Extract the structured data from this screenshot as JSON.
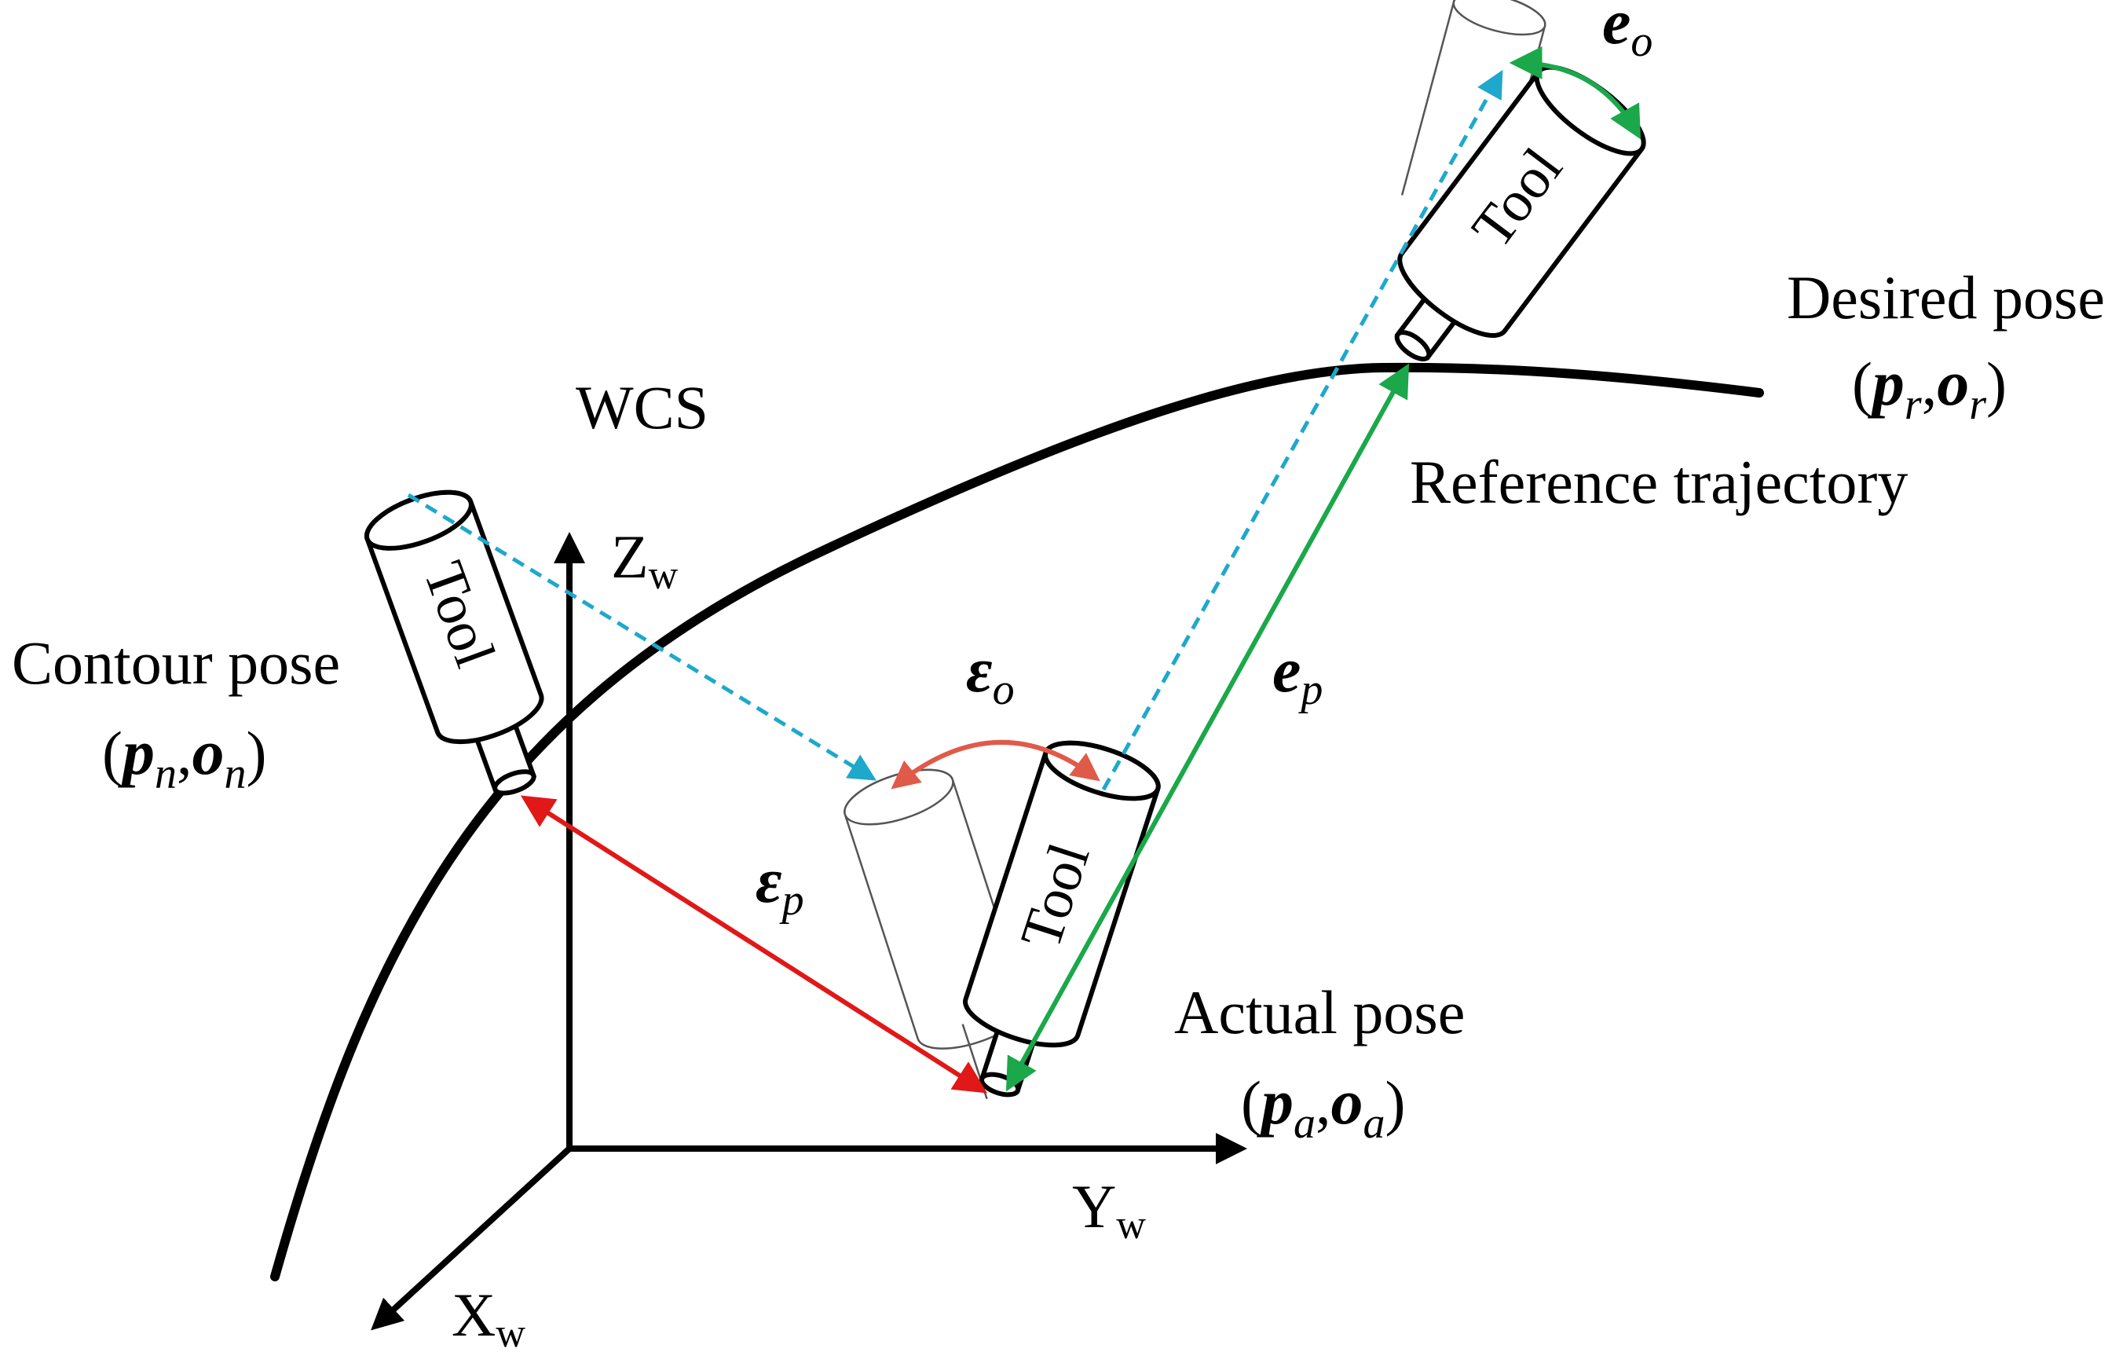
{
  "labels": {
    "wcs": "WCS",
    "desired_pose": "Desired pose",
    "reference_trajectory": "Reference trajectory",
    "contour_pose": "Contour pose",
    "actual_pose": "Actual pose",
    "tool": "Tool"
  },
  "axes": {
    "z": {
      "main": "Z",
      "sub": "w"
    },
    "y": {
      "main": "Y",
      "sub": "w"
    },
    "x": {
      "main": "X",
      "sub": "w"
    }
  },
  "symbols": {
    "e_o": {
      "main": "e",
      "sub": "o"
    },
    "e_p": {
      "main": "e",
      "sub": "p"
    },
    "eps_o": {
      "main": "ε",
      "sub": "o"
    },
    "eps_p": {
      "main": "ε",
      "sub": "p"
    }
  },
  "poses": {
    "desired": {
      "open": "(",
      "p": "p",
      "p_sub": "r",
      "comma": ",",
      "o": "o",
      "o_sub": "r",
      "close": ")"
    },
    "contour": {
      "open": "(",
      "p": "p",
      "p_sub": "n",
      "comma": ",",
      "o": "o",
      "o_sub": "n",
      "close": ")"
    },
    "actual": {
      "open": "(",
      "p": "p",
      "p_sub": "a",
      "comma": ",",
      "o": "o",
      "o_sub": "a",
      "close": ")"
    }
  },
  "colors": {
    "trajectory": "#000000",
    "axes": "#000000",
    "position_error_e": "#1aa84a",
    "orientation_error_e": "#1aa84a",
    "contour_error_eps_p": "#e01818",
    "contour_error_eps_o": "#e05a4a",
    "tool_axis_projection": "#1ea8cc",
    "ghost_tool": "#555555"
  }
}
